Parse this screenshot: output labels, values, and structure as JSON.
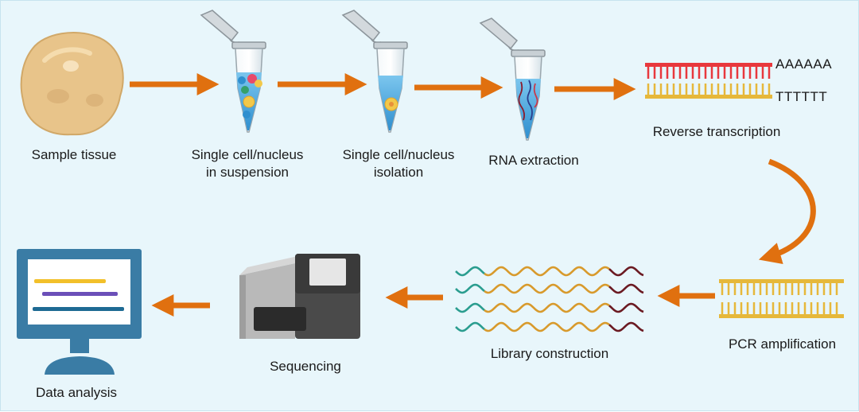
{
  "steps": {
    "sample_tissue": "Sample tissue",
    "single_cell_suspension_line1": "Single cell/nucleus",
    "single_cell_suspension_line2": "in suspension",
    "single_cell_isolation_line1": "Single cell/nucleus",
    "single_cell_isolation_line2": "isolation",
    "rna_extraction": "RNA extraction",
    "reverse_transcription": "Reverse transcription",
    "pcr_amplification": "PCR amplification",
    "library_construction": "Library construction",
    "sequencing": "Sequencing",
    "data_analysis": "Data analysis"
  },
  "sequence_labels": {
    "poly_a": "AAAAAA",
    "poly_t": "TTTTTT"
  },
  "colors": {
    "background": "#e8f6fb",
    "arrow": "#e0700f",
    "tissue": "#e8c48a",
    "tube_liquid": "#4aa8dc",
    "rna_red": "#e8383d",
    "dna_yellow": "#e6b83a",
    "seq_green": "#2a9d8f",
    "seq_orange": "#d89a2c",
    "seq_maroon": "#6b1a22",
    "monitor": "#3a7ca5",
    "sequencer": "#4a4a4a"
  },
  "icons": [
    "tissue-icon",
    "tube-icon",
    "dna-strand-icon",
    "monitor-icon",
    "sequencer-icon"
  ]
}
